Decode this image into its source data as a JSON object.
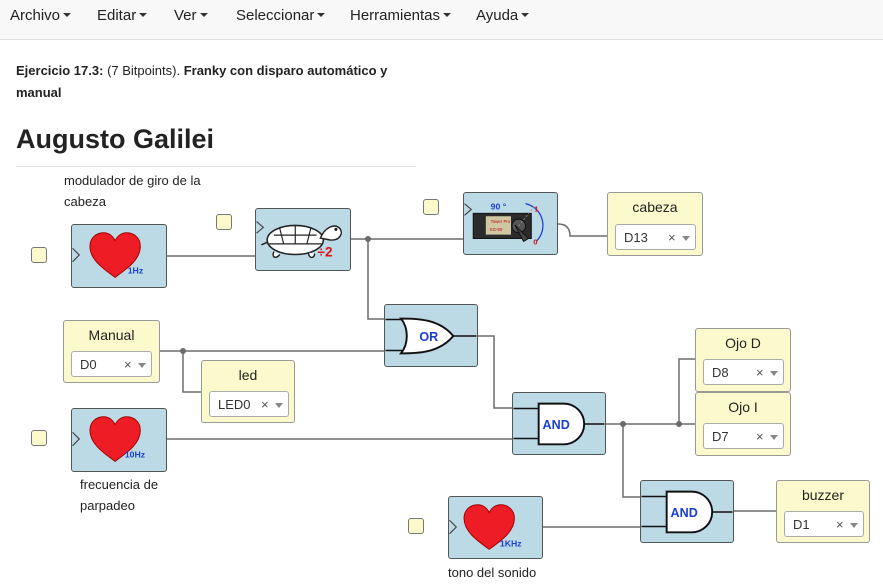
{
  "menu": [
    "Archivo",
    "Editar",
    "Ver",
    "Seleccionar",
    "Herramientas",
    "Ayuda"
  ],
  "exercise": {
    "number": "Ejercicio 17.3:",
    "points": "(7 Bitpoints).",
    "title": "Franky con disparo automático y manual"
  },
  "student_name": "Augusto Galilei",
  "labels": {
    "clock_head": "modulador de giro de la cabeza",
    "clock_blink": "frecuencia de parpadeo",
    "clock_tone": "tono del sonido"
  },
  "clocks": {
    "head": "1Hz",
    "blink": "10Hz",
    "tone": "1KHz"
  },
  "divider": "÷2",
  "servo": {
    "angle": "90 °",
    "mark_high": "1",
    "mark_low": "0",
    "brand": "Tower Pro",
    "model": "SG-90"
  },
  "gates": {
    "or": "OR",
    "and1": "AND",
    "and2": "AND"
  },
  "components": {
    "cabeza": {
      "title": "cabeza",
      "value": "D13",
      "clear": "×"
    },
    "manual": {
      "title": "Manual",
      "value": "D0",
      "clear": "×"
    },
    "led": {
      "title": "led",
      "value": "LED0",
      "clear": "×"
    },
    "ojo_d": {
      "title": "Ojo D",
      "value": "D8",
      "clear": "×"
    },
    "ojo_i": {
      "title": "Ojo I",
      "value": "D7",
      "clear": "×"
    },
    "buzzer": {
      "title": "buzzer",
      "value": "D1",
      "clear": "×"
    }
  },
  "colors": {
    "block_fill": "#bcd9e6",
    "component_fill": "#fcf9cc",
    "heart": "#ee1c25",
    "gate_label": "#1a3fd0",
    "wire": "#6b6b6b"
  },
  "icons": [
    "heart-icon",
    "turtle-icon",
    "servo-icon",
    "or-gate-icon",
    "and-gate-icon",
    "chevron-down-icon",
    "clear-icon"
  ]
}
